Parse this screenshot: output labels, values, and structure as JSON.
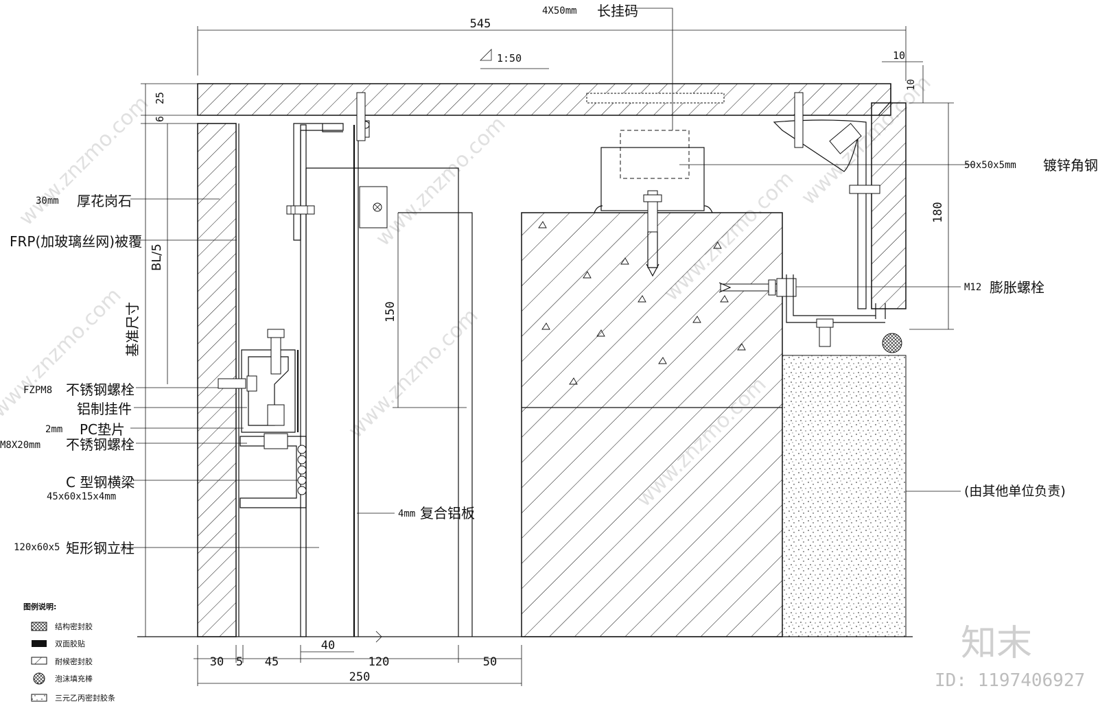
{
  "dimensions": {
    "top_width": "545",
    "right_offset_h": "10",
    "right_offset_v": "10",
    "left_top_a": "25",
    "left_top_b": "6",
    "right_height": "180",
    "mid_height": "150",
    "bottom_segments": [
      "30",
      "5",
      "45",
      "120",
      "50"
    ],
    "panel_gap": "40",
    "bottom_total": "250"
  },
  "slope": "1:50",
  "left_labels": [
    {
      "prefix": "30mm",
      "text": "厚花岗石"
    },
    {
      "prefix": "",
      "text": "FRP(加玻璃丝网)被覆"
    },
    {
      "prefix": "FZPM8",
      "text": "不锈钢螺栓"
    },
    {
      "prefix": "",
      "text": "铝制挂件"
    },
    {
      "prefix": "2mm",
      "text": "PC垫片"
    },
    {
      "prefix": "M8X20mm",
      "text": "不锈钢螺栓"
    },
    {
      "prefix": "",
      "text": "C 型钢横梁"
    },
    {
      "prefix": "120x60x5",
      "text": "矩形钢立柱"
    }
  ],
  "c_beam_spec": "45x60x15x4mm",
  "vertical_labels": {
    "bl": "基准尺寸",
    "bl5": "BL/5"
  },
  "top_labels": {
    "spec": "4X50mm",
    "text": "长挂码"
  },
  "right_labels": [
    {
      "spec": "50x50x5mm",
      "text": "镀锌角钢"
    },
    {
      "spec": "M12",
      "text": "膨胀螺栓"
    },
    {
      "spec": "",
      "text": "(由其他单位负责)"
    }
  ],
  "panel_label": {
    "spec": "4mm",
    "text": "复合铝板"
  },
  "legend": {
    "title": "图例说明:",
    "items": [
      {
        "icon": "crosshatch",
        "label": "结构密封胶"
      },
      {
        "icon": "solid",
        "label": "双面胶贴"
      },
      {
        "icon": "diagonal",
        "label": "耐候密封胶"
      },
      {
        "icon": "foam-rod",
        "label": "泡沫填充棒"
      },
      {
        "icon": "dotted",
        "label": "三元乙丙密封胶条"
      }
    ]
  },
  "watermark": {
    "logo": "知末",
    "id": "ID: 1197406927",
    "site": "www.znzmo.com"
  }
}
